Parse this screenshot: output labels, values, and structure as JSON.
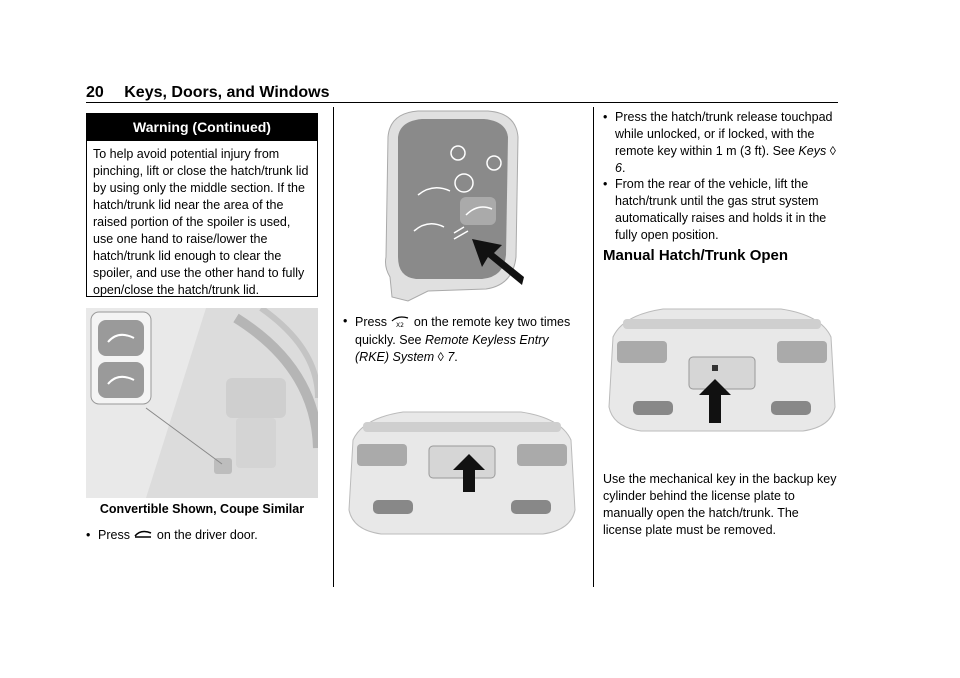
{
  "header": {
    "page_number": "20",
    "section_title": "Keys, Doors, and Windows"
  },
  "warning": {
    "title": "Warning  (Continued)",
    "text": "To help avoid potential injury from pinching, lift or close the hatch/trunk lid by using only the middle section. If the hatch/trunk lid near the area of the raised portion of the spoiler is used, use one hand to raise/lower the hatch/trunk lid enough to clear the spoiler, and use the other hand to fully open/close the hatch/trunk lid."
  },
  "figures": {
    "door_caption": "Convertible Shown, Coupe Similar"
  },
  "column1": {
    "bullet_press": "Press",
    "bullet_tail": "on the driver door."
  },
  "column2": {
    "press": "Press",
    "press_tail": "on the remote key two times quickly. See",
    "link_text": "Remote Keyless Entry (RKE) System",
    "ref_page": "7",
    "period": "."
  },
  "column3": {
    "bullet1_text": "Press the hatch/trunk release touchpad while unlocked, or if locked, with the remote key within 1 m (3 ft). See",
    "bullet1_link": "Keys",
    "bullet1_ref": "6",
    "bullet1_period": ".",
    "bullet2_text": "From the rear of the vehicle, lift the hatch/trunk until the gas strut system automatically raises and holds it in the fully open position.",
    "heading": "Manual Hatch/Trunk Open",
    "paragraph": "Use the mechanical key in the backup key cylinder behind the license plate to manually open the hatch/trunk. The license plate must be removed."
  },
  "glyphs": {
    "bullet": "•",
    "ref_arrow": "◊"
  },
  "icons": [
    "trunk-release-icon",
    "remote-trunk-x2-icon",
    "lock-icon",
    "unlock-icon",
    "convertible-top-icon",
    "remote-start-icon",
    "arrow-icon"
  ]
}
